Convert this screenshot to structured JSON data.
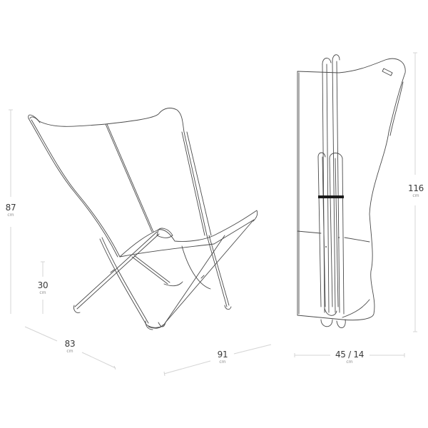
{
  "diagram": {
    "type": "product-dimension-drawing",
    "subject": "butterfly folding lounge chair",
    "views": [
      {
        "name": "open-chair-perspective"
      },
      {
        "name": "folded-chair-side"
      }
    ]
  },
  "dimensions": {
    "total_height": {
      "value": "87",
      "unit": "cm"
    },
    "seat_height": {
      "value": "30",
      "unit": "cm"
    },
    "depth": {
      "value": "83",
      "unit": "cm"
    },
    "width": {
      "value": "91",
      "unit": "cm"
    },
    "folded_height": {
      "value": "116",
      "unit": "cm"
    },
    "folded_width_depth": {
      "value": "45 / 14",
      "unit": "cm"
    }
  },
  "colors": {
    "line": "#4a4a4a",
    "dimension_line": "#d4d4d4",
    "strap": "#1a1a1a",
    "background": "#ffffff"
  }
}
